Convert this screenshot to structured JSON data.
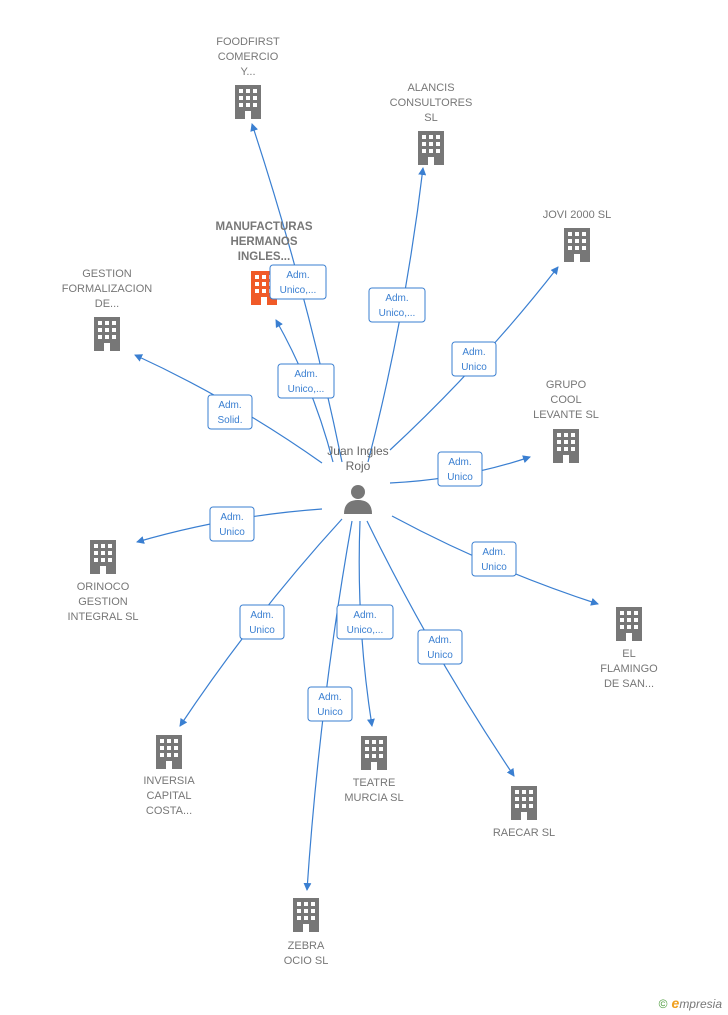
{
  "colors": {
    "edge": "#3a7fd1",
    "building": "#777777",
    "highlight": "#f05a28",
    "person": "#777777"
  },
  "center": {
    "label": [
      "Juan Ingles",
      "Rojo"
    ],
    "icon": "person-icon"
  },
  "nodes": [
    {
      "id": "foodfirst",
      "label": [
        "FOODFIRST",
        "COMERCIO",
        "Y..."
      ],
      "icon": "building-icon"
    },
    {
      "id": "alancis",
      "label": [
        "ALANCIS",
        "CONSULTORES",
        "SL"
      ],
      "icon": "building-icon"
    },
    {
      "id": "manufacturas",
      "label": [
        "MANUFACTURAS",
        "HERMANOS",
        "INGLES..."
      ],
      "icon": "building-icon",
      "highlight": true
    },
    {
      "id": "jovi",
      "label": [
        "JOVI 2000 SL"
      ],
      "icon": "building-icon"
    },
    {
      "id": "gestion",
      "label": [
        "GESTION",
        "FORMALIZACION",
        "DE..."
      ],
      "icon": "building-icon"
    },
    {
      "id": "grupocool",
      "label": [
        "GRUPO",
        "COOL",
        "LEVANTE SL"
      ],
      "icon": "building-icon"
    },
    {
      "id": "orinoco",
      "label": [
        "ORINOCO",
        "GESTION",
        "INTEGRAL SL"
      ],
      "icon": "building-icon"
    },
    {
      "id": "flamingo",
      "label": [
        "EL",
        "FLAMINGO",
        "DE SAN..."
      ],
      "icon": "building-icon"
    },
    {
      "id": "inversia",
      "label": [
        "INVERSIA",
        "CAPITAL",
        "COSTA..."
      ],
      "icon": "building-icon"
    },
    {
      "id": "teatre",
      "label": [
        "TEATRE",
        "MURCIA  SL"
      ],
      "icon": "building-icon"
    },
    {
      "id": "raecar",
      "label": [
        "RAECAR SL"
      ],
      "icon": "building-icon"
    },
    {
      "id": "zebra",
      "label": [
        "ZEBRA",
        "OCIO  SL"
      ],
      "icon": "building-icon"
    }
  ],
  "edges": [
    {
      "to": "foodfirst",
      "label": [
        "Adm.",
        "Unico,..."
      ]
    },
    {
      "to": "alancis",
      "label": [
        "Adm.",
        "Unico,..."
      ]
    },
    {
      "to": "manufacturas",
      "label": [
        "Adm.",
        "Unico,..."
      ]
    },
    {
      "to": "jovi",
      "label": [
        "Adm.",
        "Unico"
      ]
    },
    {
      "to": "gestion",
      "label": [
        "Adm.",
        "Solid."
      ]
    },
    {
      "to": "grupocool",
      "label": [
        "Adm.",
        "Unico"
      ]
    },
    {
      "to": "orinoco",
      "label": [
        "Adm.",
        "Unico"
      ]
    },
    {
      "to": "flamingo",
      "label": [
        "Adm.",
        "Unico"
      ]
    },
    {
      "to": "inversia",
      "label": [
        "Adm.",
        "Unico"
      ]
    },
    {
      "to": "teatre",
      "label": [
        "Adm.",
        "Unico,..."
      ]
    },
    {
      "to": "raecar",
      "label": [
        "Adm.",
        "Unico"
      ]
    },
    {
      "to": "zebra",
      "label": [
        "Adm.",
        "Unico"
      ]
    }
  ],
  "footer": {
    "copyright": "©",
    "brand_initial": "e",
    "brand_rest": "mpresia"
  }
}
